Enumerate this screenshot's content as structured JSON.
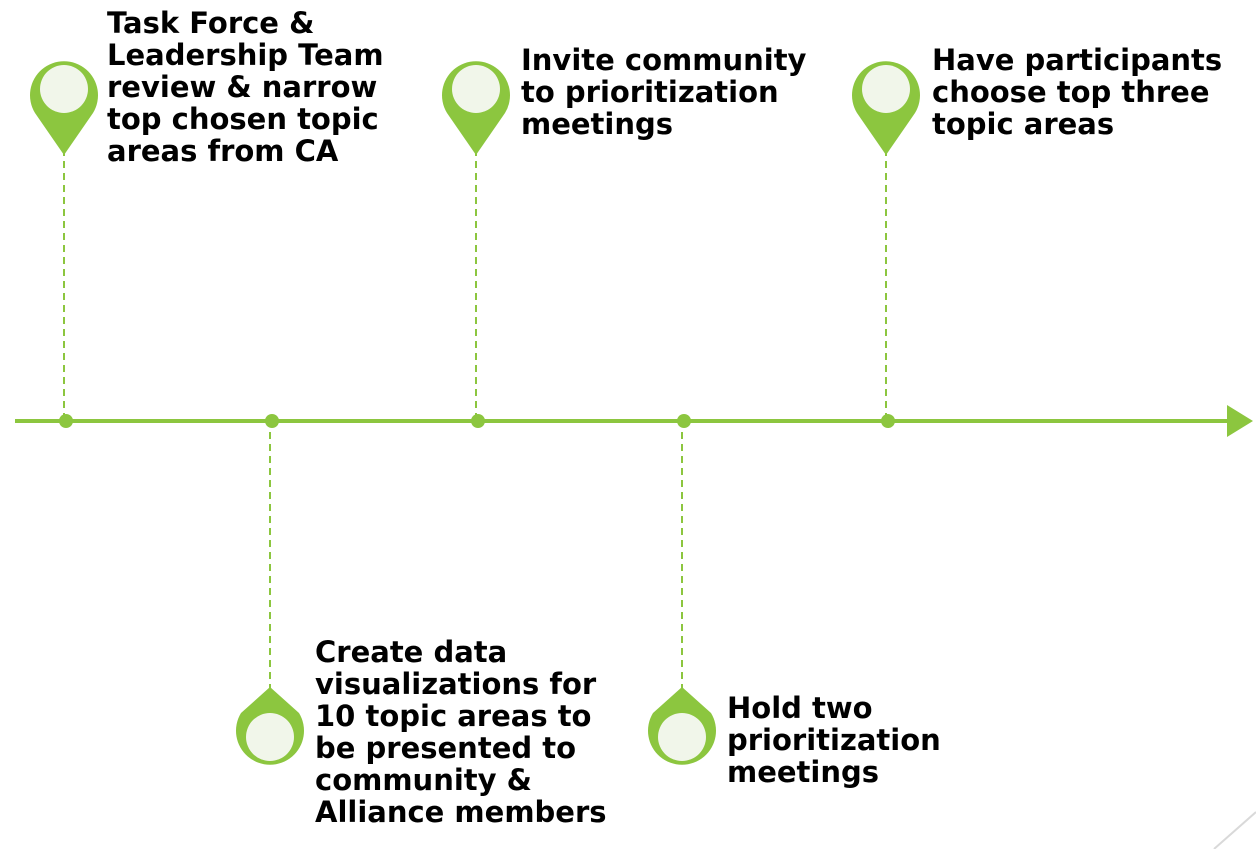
{
  "diagram": {
    "colors": {
      "accent": "#8CC63F",
      "pin_fill": "#F1F6EA",
      "text": "#000000",
      "corner_line": "#D9D9D9"
    },
    "steps": [
      {
        "id": "step-1",
        "position": "above",
        "text": "Task Force &\nLeadership Team\nreview & narrow\ntop chosen topic\nareas from CA"
      },
      {
        "id": "step-2",
        "position": "below",
        "text": "Create data\nvisualizations for\n10 topic areas to\nbe presented to\ncommunity &\nAlliance members"
      },
      {
        "id": "step-3",
        "position": "above",
        "text": "Invite community\nto prioritization\nmeetings"
      },
      {
        "id": "step-4",
        "position": "below",
        "text": "Hold two\nprioritization\nmeetings"
      },
      {
        "id": "step-5",
        "position": "above",
        "text": "Have participants\nchoose top three\ntopic areas"
      }
    ]
  }
}
